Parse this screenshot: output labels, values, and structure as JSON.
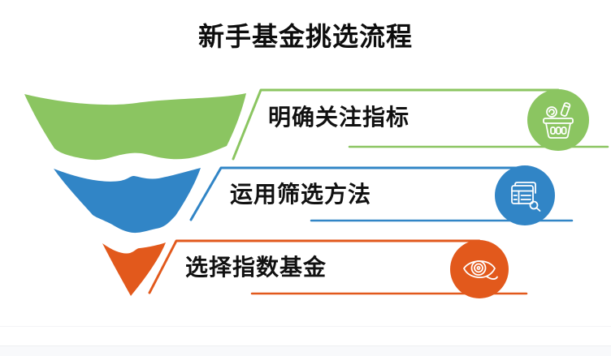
{
  "title": "新手基金挑选流程",
  "steps": [
    {
      "label": "明确关注指标",
      "color": "#8BC561",
      "icon": "basket-icon"
    },
    {
      "label": "运用筛选方法",
      "color": "#3185C6",
      "icon": "spreadsheet-search-icon"
    },
    {
      "label": "选择指数基金",
      "color": "#E2591C",
      "icon": "eye-icon"
    }
  ],
  "colors": {
    "background": "#ffffff",
    "title_text": "#0d0d0d",
    "label_text": "#111111",
    "icon_stroke": "#ffffff",
    "footer_band": "#f8f9fb"
  }
}
